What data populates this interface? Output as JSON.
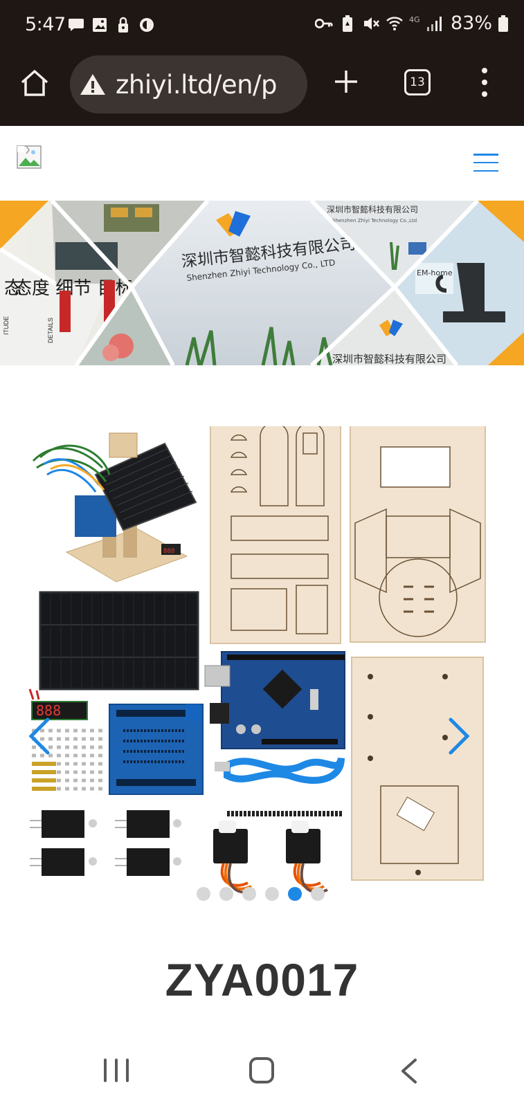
{
  "status_bar": {
    "time": "5:47",
    "battery": "83%",
    "network": "4G",
    "left_icons": [
      "message-icon",
      "image-icon",
      "lock-icon",
      "vpn-icon"
    ],
    "right_icons": [
      "key-icon",
      "battery-saver-icon",
      "mute-icon",
      "wifi-icon",
      "signal-icon",
      "battery-icon"
    ]
  },
  "browser": {
    "url": "zhiyi.ltd/en/p",
    "tab_count": "13",
    "warning_icon": "warning-triangle-icon"
  },
  "banner": {
    "company_cn": "深圳市智懿科技有限公司",
    "company_en": "Shenzhen Zhiyi Technology Co., LTD",
    "wall_text_cn": "态度 细节 目标",
    "wall_text_side": "DETAILS",
    "wall_text_left": "ITUDE",
    "small_company_cn": "深圳市智懿科技有限公司",
    "small_company_en": "Shenzhen Zhiyi Technology Co.,Ltd",
    "corner_company_cn": "深圳市智懿科技有限公司",
    "em_home": "EM-home"
  },
  "product": {
    "title": "ZYA0017",
    "image_count": 6,
    "active_image_index": 4,
    "display_text": "888"
  },
  "colors": {
    "accent": "#1e88e5",
    "dark_bar": "#1f1714",
    "title": "#333333",
    "orange": "#f5a623"
  }
}
